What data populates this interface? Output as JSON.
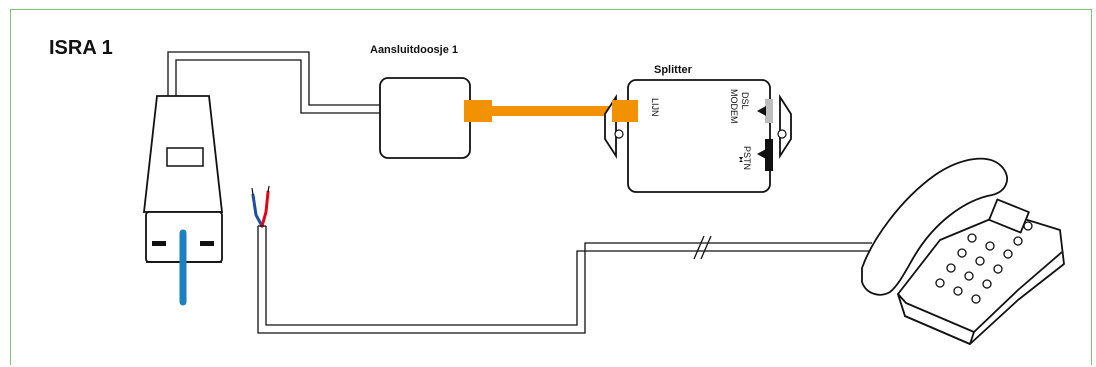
{
  "title": "ISRA 1",
  "connection_box": {
    "label": "Aansluitdoosje 1"
  },
  "splitter": {
    "label": "Splitter",
    "ports": {
      "line": "LIJN",
      "dsl": "DSL",
      "modem": "MODEM",
      "pstn": "PSTN"
    }
  },
  "colors": {
    "frame": "#7cc47a",
    "orange_cable": "#f39200",
    "blue_cable": "#1b7fc1",
    "wire_red": "#e30613",
    "wire_blue": "#1d4fa0",
    "stroke": "#111111"
  },
  "icons": [
    "phone-icon",
    "isra-connector-icon",
    "splitter-icon",
    "wall-box-icon"
  ]
}
